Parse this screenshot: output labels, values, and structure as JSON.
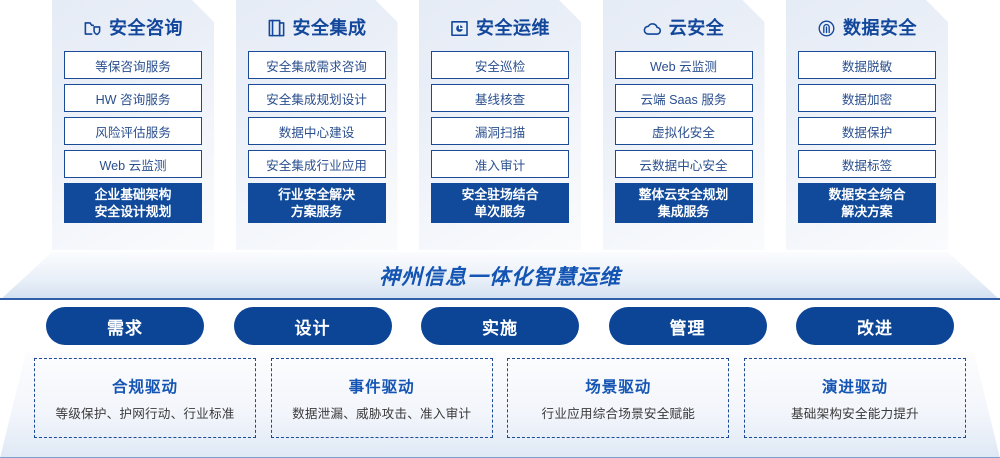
{
  "columns": [
    {
      "icon": "folder-shield-icon",
      "title": "安全咨询",
      "items": [
        "等保咨询服务",
        "HW 咨询服务",
        "风险评估服务",
        "Web 云监测"
      ],
      "highlight": [
        "企业基础架构",
        "安全设计规划"
      ]
    },
    {
      "icon": "documents-stack-icon",
      "title": "安全集成",
      "items": [
        "安全集成需求咨询",
        "安全集成规划设计",
        "数据中心建设",
        "安全集成行业应用"
      ],
      "highlight": [
        "行业安全解决",
        "方案服务"
      ]
    },
    {
      "icon": "monitor-chart-icon",
      "title": "安全运维",
      "items": [
        "安全巡检",
        "基线核查",
        "漏洞扫描",
        "准入审计"
      ],
      "highlight": [
        "安全驻场结合",
        "单次服务"
      ]
    },
    {
      "icon": "cloud-icon",
      "title": "云安全",
      "items": [
        "Web 云监测",
        "云端 Saas 服务",
        "虚拟化安全",
        "云数据中心安全"
      ],
      "highlight": [
        "整体云安全规划",
        "集成服务"
      ]
    },
    {
      "icon": "fingerprint-icon",
      "title": "数据安全",
      "items": [
        "数据脱敏",
        "数据加密",
        "数据保护",
        "数据标签"
      ],
      "highlight": [
        "数据安全综合",
        "解决方案"
      ]
    }
  ],
  "banner": {
    "text": "神州信息一体化智慧运维"
  },
  "pills": [
    {
      "label": "需求"
    },
    {
      "label": "设计"
    },
    {
      "label": "实施"
    },
    {
      "label": "管理"
    },
    {
      "label": "改进"
    }
  ],
  "drivers": [
    {
      "title": "合规驱动",
      "subtitle": "等级保护、护网行动、行业标准"
    },
    {
      "title": "事件驱动",
      "subtitle": "数据泄漏、威胁攻击、准入审计"
    },
    {
      "title": "场景驱动",
      "subtitle": "行业应用综合场景安全赋能"
    },
    {
      "title": "演进驱动",
      "subtitle": "基础架构安全能力提升"
    }
  ],
  "colors": {
    "brand_blue": "#12479b",
    "solid_blue": "#114a9a",
    "pill_blue": "#0d4596",
    "item_border": "#1b4a96",
    "item_text": "#2a4f8f"
  }
}
